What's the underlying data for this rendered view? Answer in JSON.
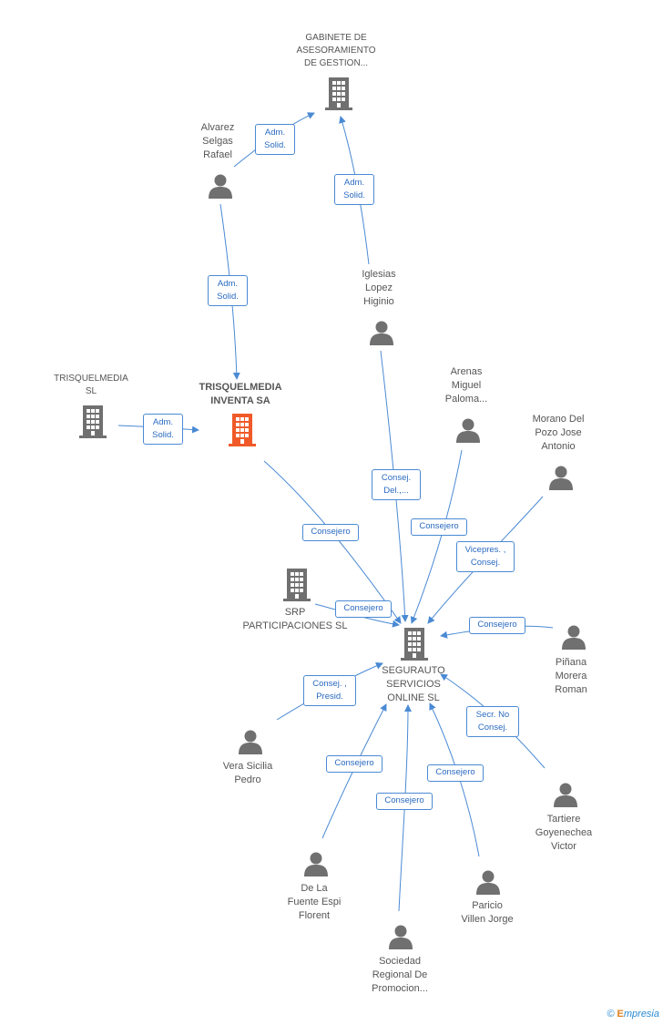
{
  "nodes": {
    "gabinete": "GABINETE DE\nASESORAMIENTO\nDE GESTION...",
    "alvarez": "Alvarez\nSelgas\nRafael",
    "iglesias": "Iglesias\nLopez\nHiginio",
    "trisquelmedia_sl": "TRISQUELMEDIA\nSL",
    "trisquelmedia_inventa": "TRISQUELMEDIA\nINVENTA SA",
    "arenas": "Arenas\nMiguel\nPaloma...",
    "morano": "Morano Del\nPozo Jose\nAntonio",
    "srp": "SRP\nPARTICIPACIONES SL",
    "segurauto": "SEGURAUTO\nSERVICIOS\nONLINE SL",
    "pinana": "Piñana\nMorera\nRoman",
    "vera": "Vera Sicilia\nPedro",
    "tartiere": "Tartiere\nGoyenechea\nVictor",
    "delafuente": "De La\nFuente Espi\nFlorent",
    "paricio": "Paricio\nVillen Jorge",
    "sociedad": "Sociedad\nRegional De\nPromocion..."
  },
  "edges": {
    "alvarez_gabinete": "Adm.\nSolid.",
    "iglesias_gabinete": "Adm.\nSolid.",
    "alvarez_trisquel": "Adm.\nSolid.",
    "trisquelsl_inventa": "Adm.\nSolid.",
    "iglesias_segurauto": "Consej.\nDel.,...",
    "inventa_segurauto": "Consejero",
    "arenas_segurauto": "Consejero",
    "morano_segurauto": "Vicepres. ,\nConsej.",
    "srp_segurauto": "Consejero",
    "pinana_segurauto": "Consejero",
    "vera_segurauto": "Consej. ,\nPresid.",
    "tartiere_segurauto": "Secr.  No\nConsej.",
    "delafuente_segurauto": "Consejero",
    "sociedad_segurauto": "Consejero",
    "paricio_segurauto": "Consejero"
  },
  "colors": {
    "edge": "#4a8ad4",
    "node_icon": "#707070",
    "main_icon": "#f05a28"
  },
  "brand": {
    "copyright": "©",
    "name": "mpresia",
    "initial": "E"
  }
}
